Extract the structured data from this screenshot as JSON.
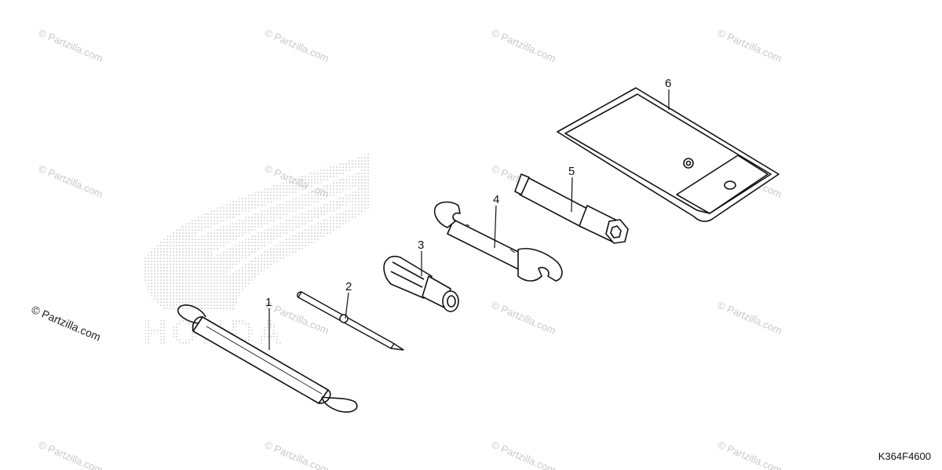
{
  "figure_code": "K364F4600",
  "copyright": "© Partzilla.com",
  "watermark": "© Partzilla.com",
  "brand_watermark": "HONDA",
  "callouts": [
    "1",
    "2",
    "3",
    "4",
    "5",
    "6"
  ],
  "colors": {
    "line": "#111111",
    "watermark": "#c9c9c9",
    "dots": "#b0b0b0"
  }
}
